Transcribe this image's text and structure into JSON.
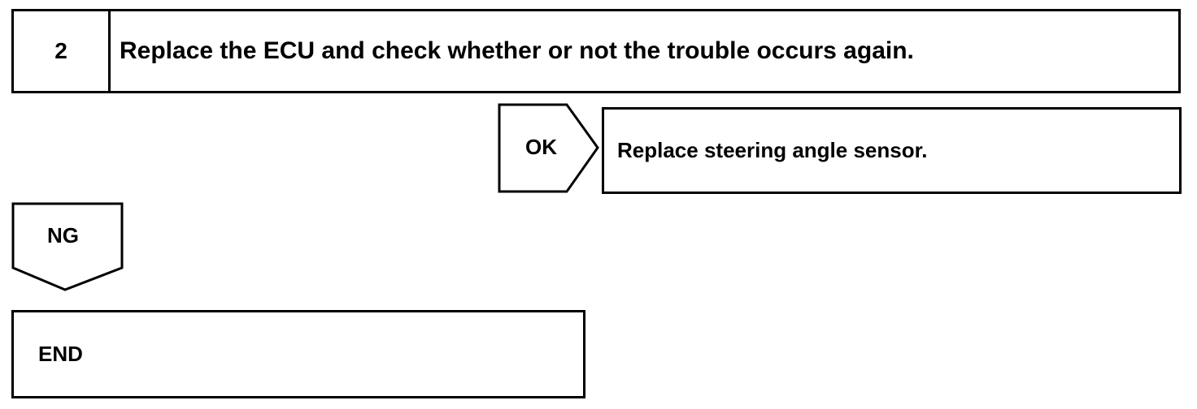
{
  "step": {
    "number": "2",
    "instruction": "Replace the ECU and check whether or not the trouble occurs again."
  },
  "ok_branch": {
    "label": "OK",
    "result": "Replace steering angle sensor."
  },
  "ng_branch": {
    "label": "NG"
  },
  "end": {
    "label": "END"
  }
}
